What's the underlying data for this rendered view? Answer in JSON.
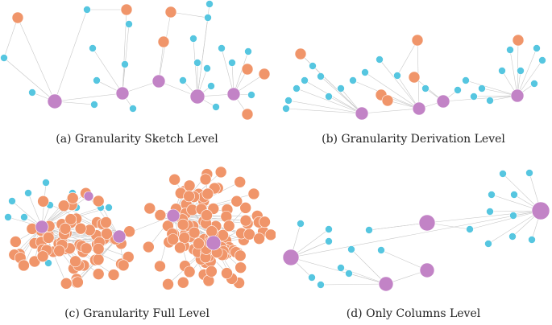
{
  "panels": [
    {
      "id": "a",
      "caption": "(a) Granularity Sketch Level"
    },
    {
      "id": "b",
      "caption": "(b) Granularity Derivation Level"
    },
    {
      "id": "c",
      "caption": "(c) Granularity Full Level"
    },
    {
      "id": "d",
      "caption": "(d) Only Columns Level"
    }
  ],
  "colors": {
    "orange": "#f0956a",
    "blue": "#56c6e0",
    "purple": "#c283c6",
    "edge": "#c8c8c8"
  }
}
